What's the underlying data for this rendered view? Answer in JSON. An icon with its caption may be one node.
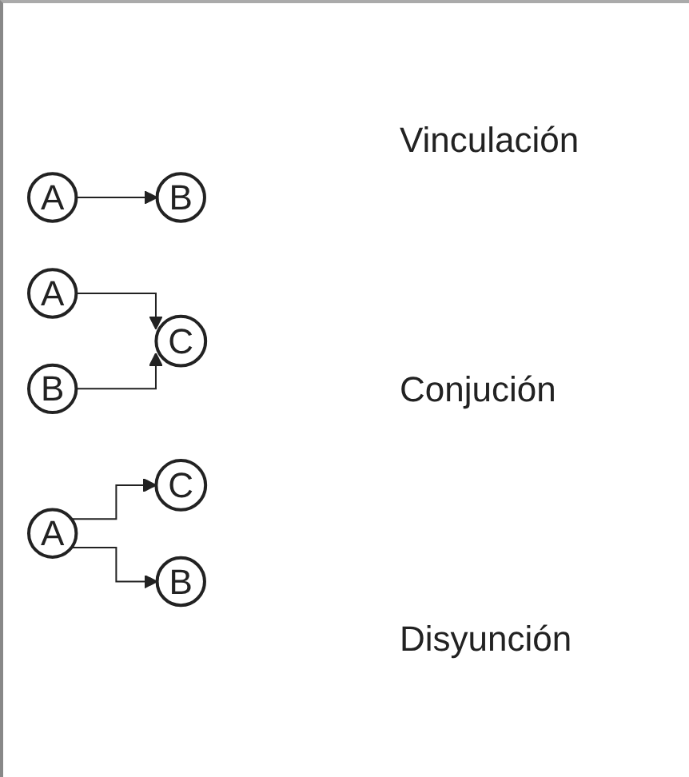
{
  "diagram": {
    "nodes": [
      {
        "text": [
          "A"
        ]
      },
      {
        "text": [
          "B"
        ]
      },
      {
        "text": [
          "A"
        ]
      },
      {
        "text": [
          "B"
        ]
      },
      {
        "text": [
          "C"
        ]
      },
      {
        "text": [
          "A"
        ]
      },
      {
        "text": [
          "C"
        ]
      },
      {
        "text": [
          "B"
        ]
      }
    ],
    "edges": [
      {
        "from": 0,
        "to": 1,
        "arrow": "to"
      },
      {
        "from": 2,
        "to": 4,
        "arrow": "to"
      },
      {
        "from": 3,
        "to": 4,
        "arrow": "to"
      },
      {
        "from": 5,
        "to": 6,
        "arrow": "to"
      },
      {
        "from": 5,
        "to": 7,
        "arrow": "to"
      }
    ],
    "labels": [
      "Vinculación",
      "Conjución",
      "Disyunción"
    ]
  }
}
